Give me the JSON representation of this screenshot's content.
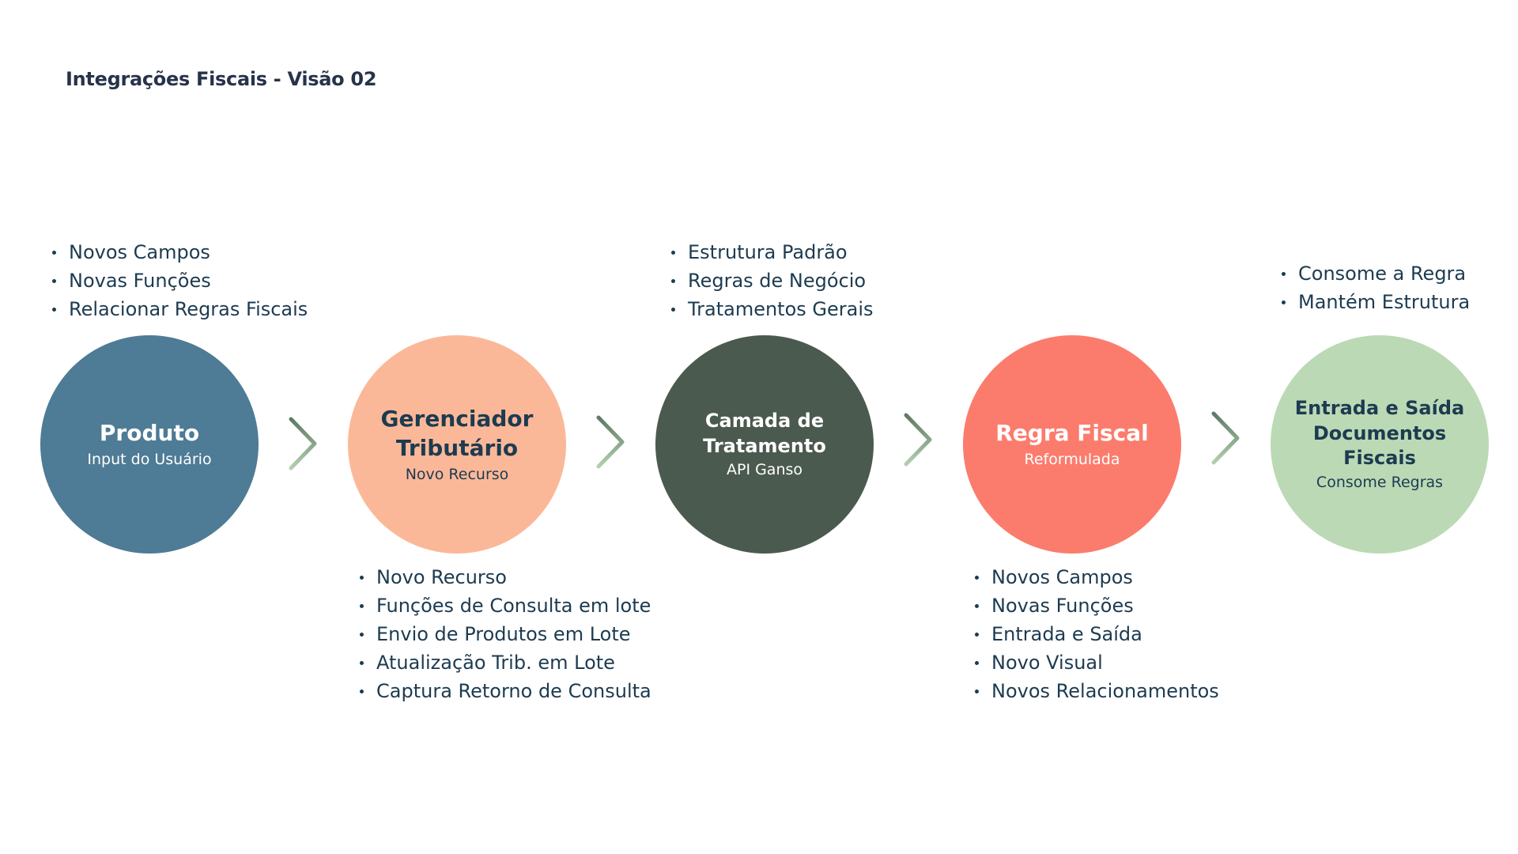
{
  "title": "Integrações Fiscais - Visão 02",
  "stages": [
    {
      "title_lines": [
        "Produto"
      ],
      "subtitle": "Input do Usuário",
      "color": "#4e7b95",
      "bullets": [
        "Novos Campos",
        "Novas Funções",
        "Relacionar Regras Fiscais"
      ]
    },
    {
      "title_lines": [
        "Gerenciador",
        "Tributário"
      ],
      "subtitle": "Novo Recurso",
      "color": "#fbb899",
      "bullets": [
        "Novo Recurso",
        "Funções de Consulta em lote",
        "Envio de Produtos em Lote",
        "Atualização Trib. em Lote",
        "Captura Retorno de Consulta"
      ]
    },
    {
      "title_lines": [
        "Camada de",
        "Tratamento"
      ],
      "subtitle": "API Ganso",
      "color": "#4b5a4f",
      "bullets": [
        "Estrutura Padrão",
        "Regras de Negócio",
        "Tratamentos Gerais"
      ]
    },
    {
      "title_lines": [
        "Regra Fiscal"
      ],
      "subtitle": "Reformulada",
      "color": "#fb7c6d",
      "bullets": [
        "Novos Campos",
        "Novas Funções",
        "Entrada e Saída",
        "Novo Visual",
        "Novos Relacionamentos"
      ]
    },
    {
      "title_lines": [
        "Entrada e Saída",
        "Documentos Fiscais"
      ],
      "subtitle": "Consome Regras",
      "color": "#bbd9b5",
      "bullets": [
        "Consome a Regra",
        "Mantém Estrutura"
      ]
    }
  ],
  "connectors": {
    "icon": "chevron-right-icon",
    "color_light": "#b3d0ad",
    "color_dark": "#5e7a66"
  }
}
